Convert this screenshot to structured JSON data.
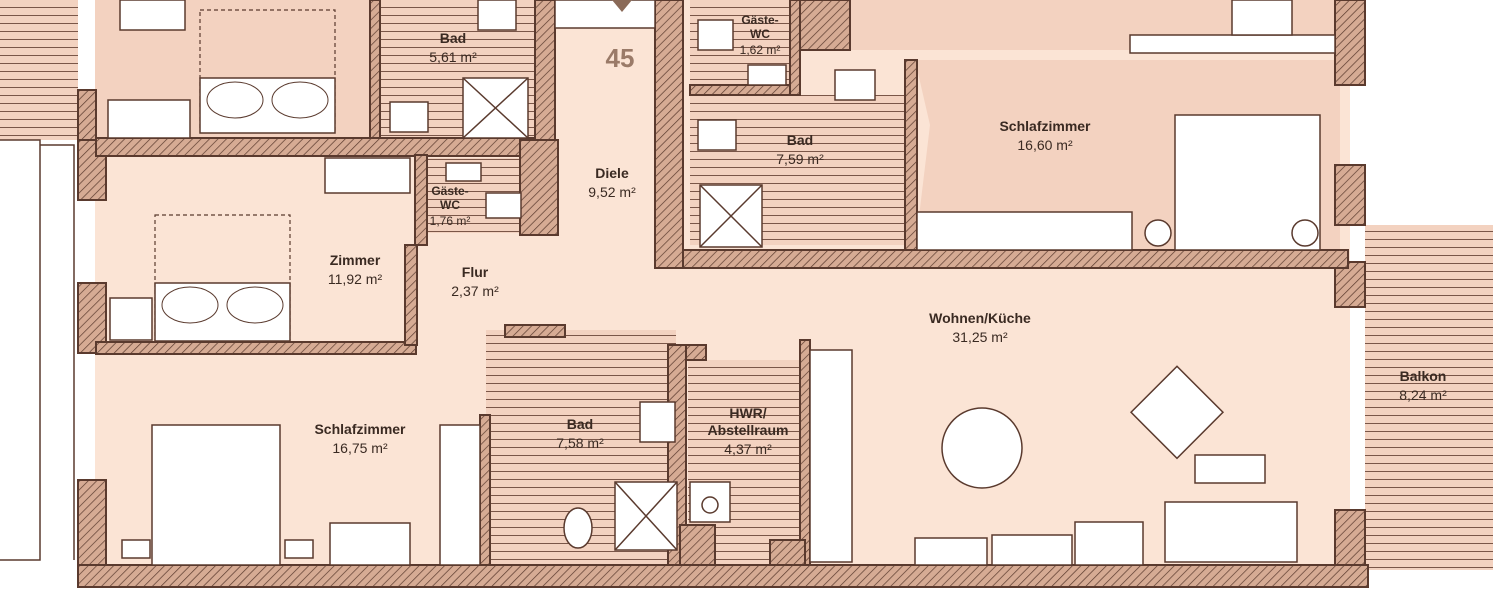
{
  "plan": {
    "unit_number": "45",
    "rooms": [
      {
        "id": "bad-top-left",
        "name": "Bad",
        "area": "5,61 m²"
      },
      {
        "id": "gaeste-wc-top",
        "name": "Gäste-\nWC",
        "area": "1,62 m²"
      },
      {
        "id": "bad-top-right",
        "name": "Bad",
        "area": "7,59 m²"
      },
      {
        "id": "schlafzimmer-right",
        "name": "Schlafzimmer",
        "area": "16,60 m²"
      },
      {
        "id": "diele",
        "name": "Diele",
        "area": "9,52 m²"
      },
      {
        "id": "gaeste-wc-mid",
        "name": "Gäste-\nWC",
        "area": "1,76 m²"
      },
      {
        "id": "zimmer",
        "name": "Zimmer",
        "area": "11,92 m²"
      },
      {
        "id": "flur",
        "name": "Flur",
        "area": "2,37 m²"
      },
      {
        "id": "wohnen-kueche",
        "name": "Wohnen/Küche",
        "area": "31,25 m²"
      },
      {
        "id": "balkon",
        "name": "Balkon",
        "area": "8,24 m²"
      },
      {
        "id": "schlafzimmer-left",
        "name": "Schlafzimmer",
        "area": "16,75 m²"
      },
      {
        "id": "bad-bottom",
        "name": "Bad",
        "area": "7,58 m²"
      },
      {
        "id": "hwr",
        "name": "HWR/\nAbstellraum",
        "area": "4,37 m²"
      }
    ]
  },
  "colors": {
    "floor": "#fbe4d5",
    "floor_alt": "#f3d2c0",
    "wall": "#c79a82",
    "wall_line": "#5a3a2e",
    "text": "#3a2a22",
    "unit_number": "#9a7a68"
  }
}
